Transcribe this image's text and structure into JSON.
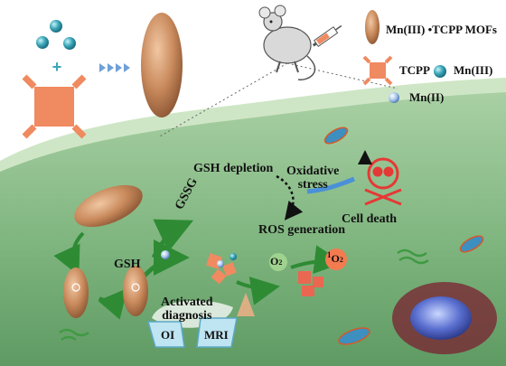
{
  "legend": {
    "mof_label": "Mn(III) •TCPP MOFs",
    "tcpp_label": "TCPP",
    "mn3_label": "Mn(III)",
    "mn2_label": "Mn(II)"
  },
  "cell": {
    "gsh_depletion": "GSH depletion",
    "oxidative_stress": "Oxidative\nstress",
    "gssg": "GSSG",
    "ros_generation": "ROS generation",
    "cell_death": "Cell death",
    "gsh": "GSH",
    "o2": "O",
    "o2_sub": "2",
    "singlet_o2_sup": "1",
    "singlet_o2": "O",
    "singlet_o2_sub": "2",
    "activated_diagnosis": "Activated\ndiagnosis",
    "oi": "OI",
    "mri": "MRI"
  },
  "colors": {
    "mof_body": "#c98a5c",
    "tcpp": "#f08a60",
    "mn3": "#3aa6b8",
    "mn2": "#8fb6e0",
    "cell": "#79b37c",
    "skull": "#e53935"
  }
}
